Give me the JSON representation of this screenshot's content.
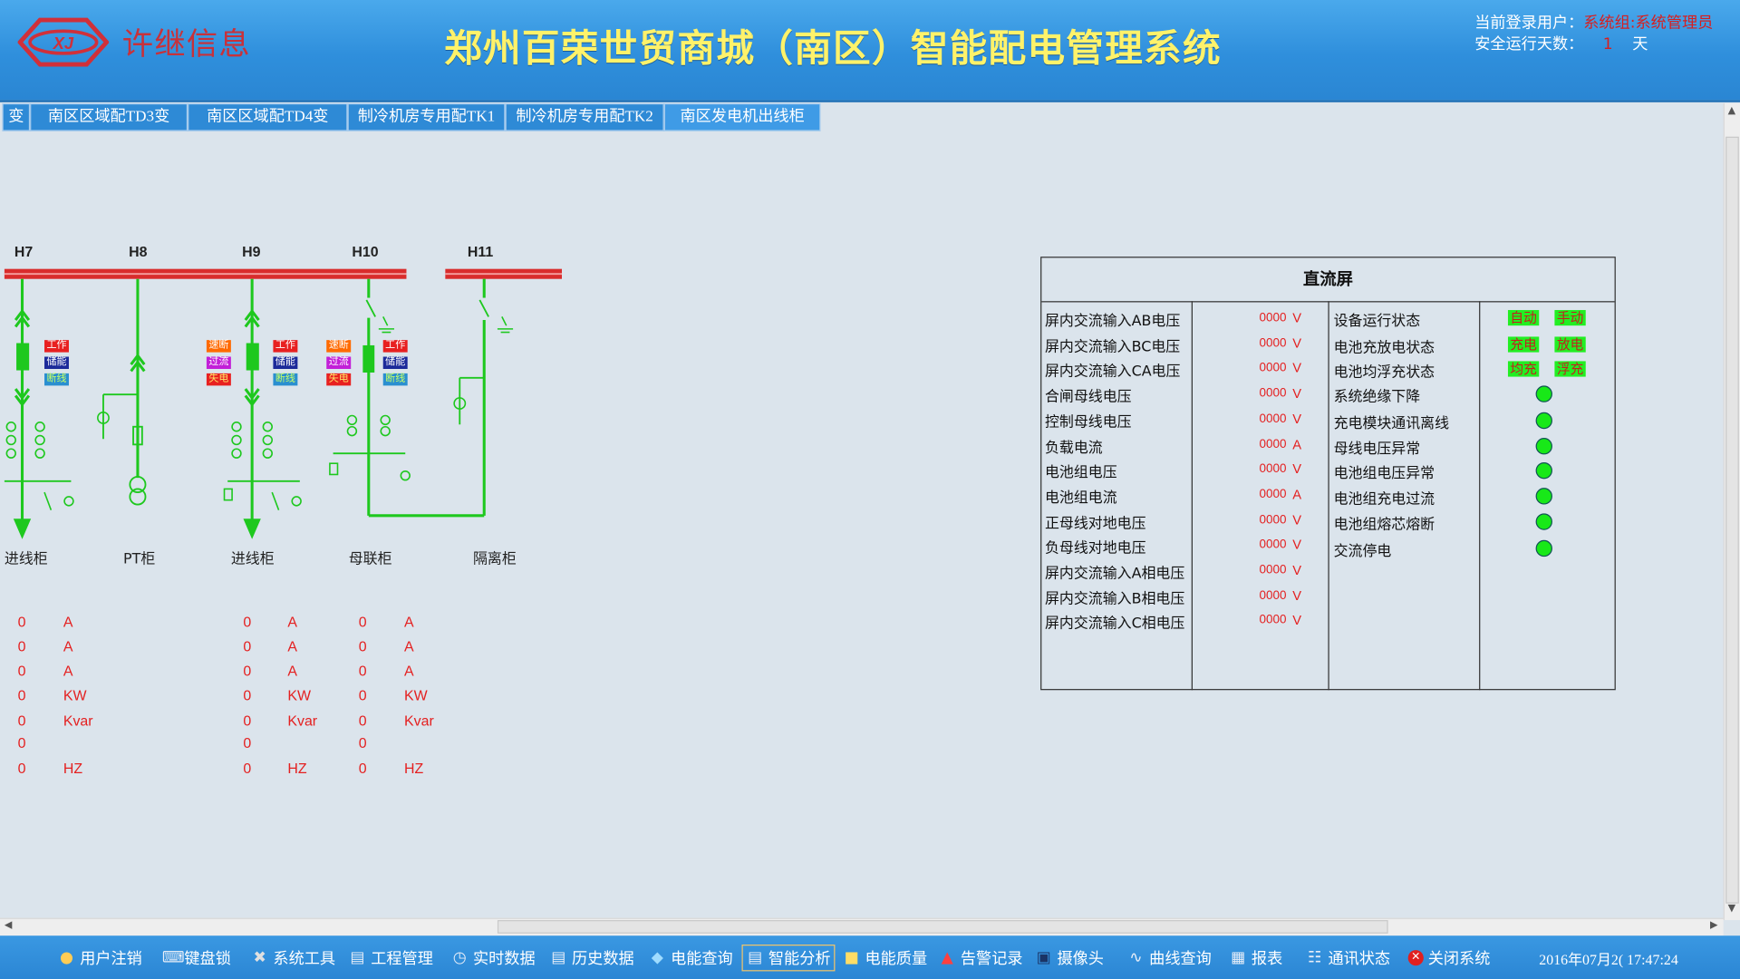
{
  "header": {
    "logo_text": "许继信息",
    "logo_mark": "XJ",
    "title": "郑州百荣世贸商城（南区）智能配电管理系统",
    "login_label": "当前登录用户：",
    "login_value": "系统组:系统管理员",
    "days_label": "安全运行天数：",
    "days_value": "1",
    "days_unit": "天"
  },
  "tabs": [
    {
      "label": "变"
    },
    {
      "label": "南区区域配TD3变"
    },
    {
      "label": "南区区域配TD4变"
    },
    {
      "label": "制冷机房专用配TK1"
    },
    {
      "label": "制冷机房专用配TK2"
    },
    {
      "label": "南区发电机出线柜"
    }
  ],
  "diagram": {
    "bus_labels": [
      "H7",
      "H8",
      "H9",
      "H10",
      "H11"
    ],
    "cabinets": [
      "进线柜",
      "PT柜",
      "进线柜",
      "母联柜",
      "隔离柜"
    ],
    "tags": {
      "work": "工作",
      "store": "储能",
      "break": "断线",
      "quick": "速断",
      "over": "过流",
      "loss": "失电"
    },
    "measurement_columns": [
      {
        "values": [
          "0",
          "0",
          "0",
          "0",
          "0",
          "0",
          "0"
        ],
        "units": [
          "A",
          "A",
          "A",
          "KW",
          "Kvar",
          "",
          "HZ"
        ]
      },
      {
        "values": [
          "0",
          "0",
          "0",
          "0",
          "0",
          "0",
          "0"
        ],
        "units": [
          "A",
          "A",
          "A",
          "KW",
          "Kvar",
          "",
          "HZ"
        ]
      },
      {
        "values": [
          "0",
          "0",
          "0",
          "0",
          "0",
          "0",
          "0"
        ],
        "units": [
          "A",
          "A",
          "A",
          "KW",
          "Kvar",
          "",
          "HZ"
        ]
      }
    ]
  },
  "dc_panel": {
    "title": "直流屏",
    "measurements": [
      {
        "name": "屏内交流输入AB电压",
        "value": "0000",
        "unit": "V"
      },
      {
        "name": "屏内交流输入BC电压",
        "value": "0000",
        "unit": "V"
      },
      {
        "name": "屏内交流输入CA电压",
        "value": "0000",
        "unit": "V"
      },
      {
        "name": "合闸母线电压",
        "value": "0000",
        "unit": "V"
      },
      {
        "name": "控制母线电压",
        "value": "0000",
        "unit": "V"
      },
      {
        "name": "负载电流",
        "value": "0000",
        "unit": "A"
      },
      {
        "name": "电池组电压",
        "value": "0000",
        "unit": "V"
      },
      {
        "name": "电池组电流",
        "value": "0000",
        "unit": "A"
      },
      {
        "name": "正母线对地电压",
        "value": "0000",
        "unit": "V"
      },
      {
        "name": "负母线对地电压",
        "value": "0000",
        "unit": "V"
      },
      {
        "name": "屏内交流输入A相电压",
        "value": "0000",
        "unit": "V"
      },
      {
        "name": "屏内交流输入B相电压",
        "value": "0000",
        "unit": "V"
      },
      {
        "name": "屏内交流输入C相电压",
        "value": "0000",
        "unit": "V"
      }
    ],
    "statuses": [
      {
        "name": "设备运行状态",
        "states": [
          "自动",
          "手动"
        ]
      },
      {
        "name": "电池充放电状态",
        "states": [
          "充电",
          "放电"
        ]
      },
      {
        "name": "电池均浮充状态",
        "states": [
          "均充",
          "浮充"
        ]
      },
      {
        "name": "系统绝缘下降",
        "states": []
      },
      {
        "name": "充电模块通讯离线",
        "states": []
      },
      {
        "name": "母线电压异常",
        "states": []
      },
      {
        "name": "电池组电压异常",
        "states": []
      },
      {
        "name": "电池组充电过流",
        "states": []
      },
      {
        "name": "电池组熔芯熔断",
        "states": []
      },
      {
        "name": "交流停电",
        "states": []
      }
    ],
    "led_color": "#18e818"
  },
  "taskbar": {
    "items": [
      {
        "label": "用户注销",
        "icon": "users-icon"
      },
      {
        "label": "键盘锁",
        "icon": "keyboard-icon"
      },
      {
        "label": "系统工具",
        "icon": "tools-icon"
      },
      {
        "label": "工程管理",
        "icon": "project-icon"
      },
      {
        "label": "实时数据",
        "icon": "realtime-icon"
      },
      {
        "label": "历史数据",
        "icon": "history-icon"
      },
      {
        "label": "电能查询",
        "icon": "energy-icon"
      },
      {
        "label": "智能分析",
        "icon": "analysis-icon"
      },
      {
        "label": "电能质量",
        "icon": "quality-icon"
      },
      {
        "label": "告警记录",
        "icon": "alarm-icon"
      },
      {
        "label": "摄像头",
        "icon": "camera-icon"
      },
      {
        "label": "曲线查询",
        "icon": "curve-icon"
      },
      {
        "label": "报表",
        "icon": "report-icon"
      },
      {
        "label": "通讯状态",
        "icon": "network-icon"
      },
      {
        "label": "关闭系统",
        "icon": "close-icon"
      }
    ],
    "datetime": "2016年07月2( 17:47:24"
  },
  "colors": {
    "header_blue": "#2f8fdc",
    "title_yellow": "#fff26a",
    "bus_red": "#d92c2c",
    "line_green": "#1ec81e",
    "value_red": "#e42020"
  }
}
